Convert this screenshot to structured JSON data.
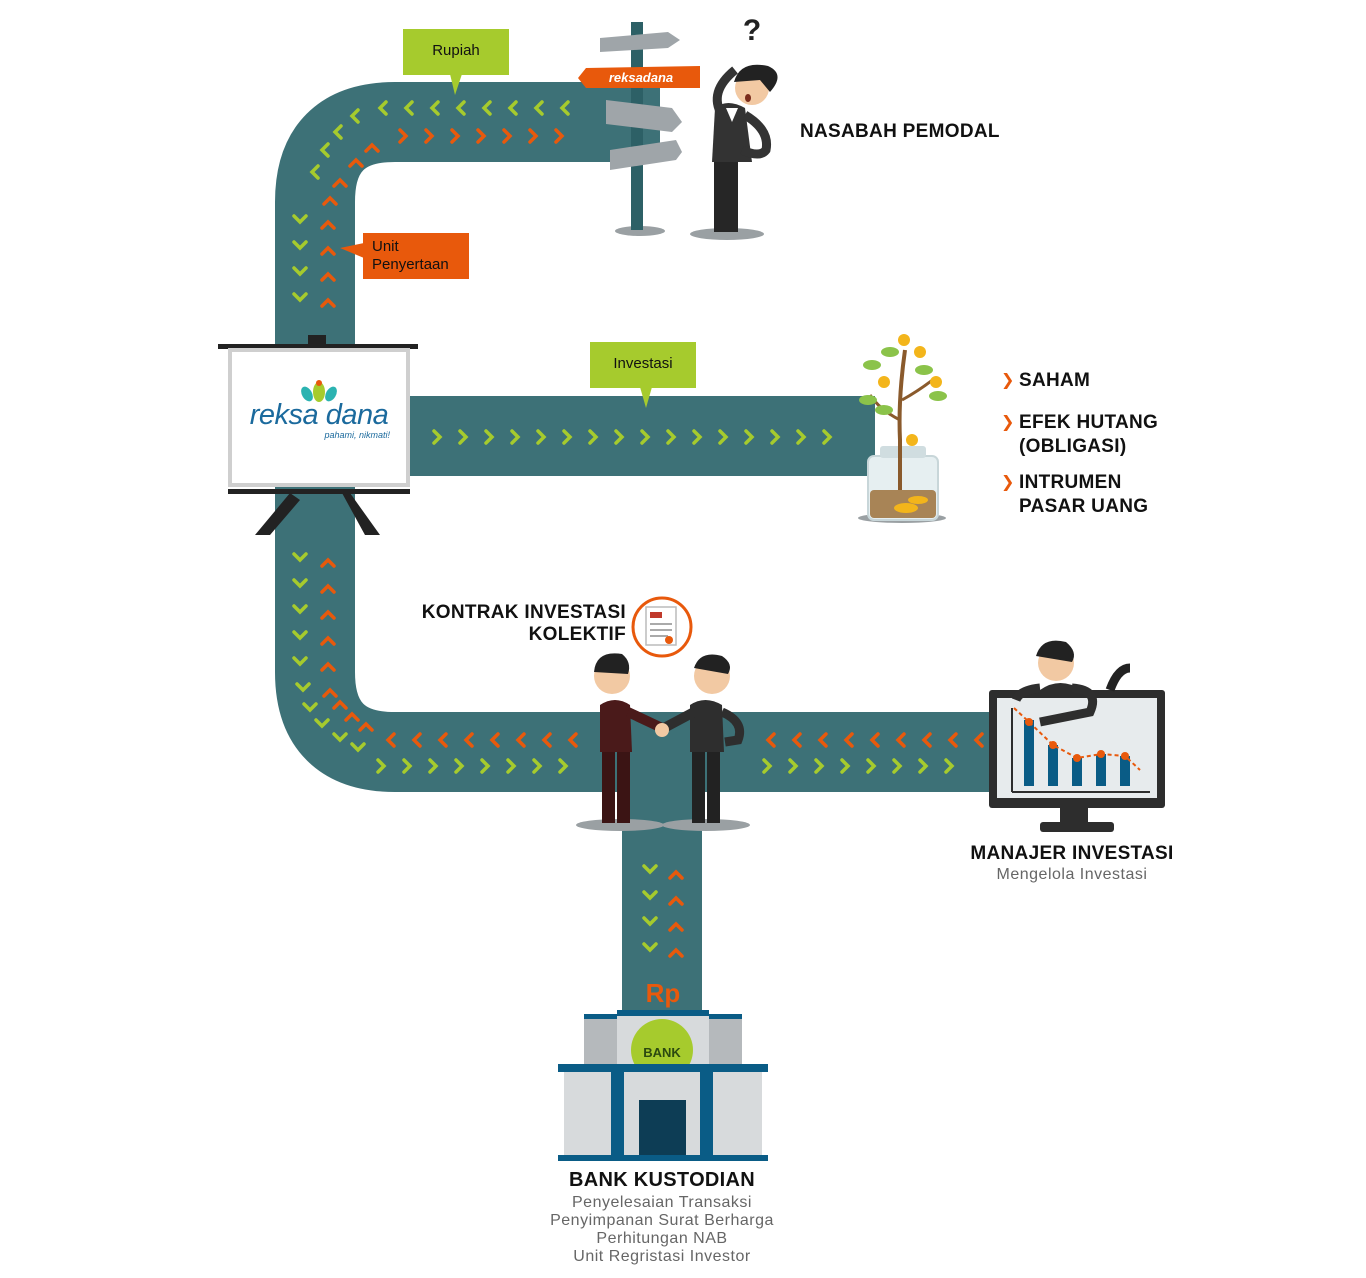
{
  "flow": {
    "rupiah": "Rupiah",
    "unit_penyertaan": "Unit\nPenyertaan",
    "investasi": "Investasi"
  },
  "signpost": {
    "brand": "reksadana"
  },
  "nasabah": {
    "title": "NASABAH PEMODAL"
  },
  "board": {
    "logo_main": "reksa dana",
    "logo_tagline": "pahami, nikmati!"
  },
  "instruments": {
    "items": [
      {
        "label": "SAHAM"
      },
      {
        "label": "EFEK HUTANG\n(OBLIGASI)"
      },
      {
        "label": "INTRUMEN\nPASAR UANG"
      }
    ]
  },
  "contract": {
    "title": "KONTRAK INVESTASI\nKOLEKTIF"
  },
  "manajer": {
    "title": "MANAJER INVESTASI",
    "subtitle": "Mengelola Investasi"
  },
  "bank": {
    "currency": "Rp",
    "badge": "BANK",
    "title": "BANK KUSTODIAN",
    "lines": [
      "Penyelesaian Transaksi",
      "Penyimpanan Surat Berharga",
      "Perhitungan NAB",
      "Unit Regristasi Investor"
    ]
  },
  "colors": {
    "road": "#3d7177",
    "green_arrow": "#a6cb2d",
    "orange_arrow": "#e8590c",
    "callout_green": "#a6cb2d",
    "callout_orange": "#e8590c",
    "bank_blue": "#0a5c86",
    "brand_blue": "#1b6a9d"
  }
}
